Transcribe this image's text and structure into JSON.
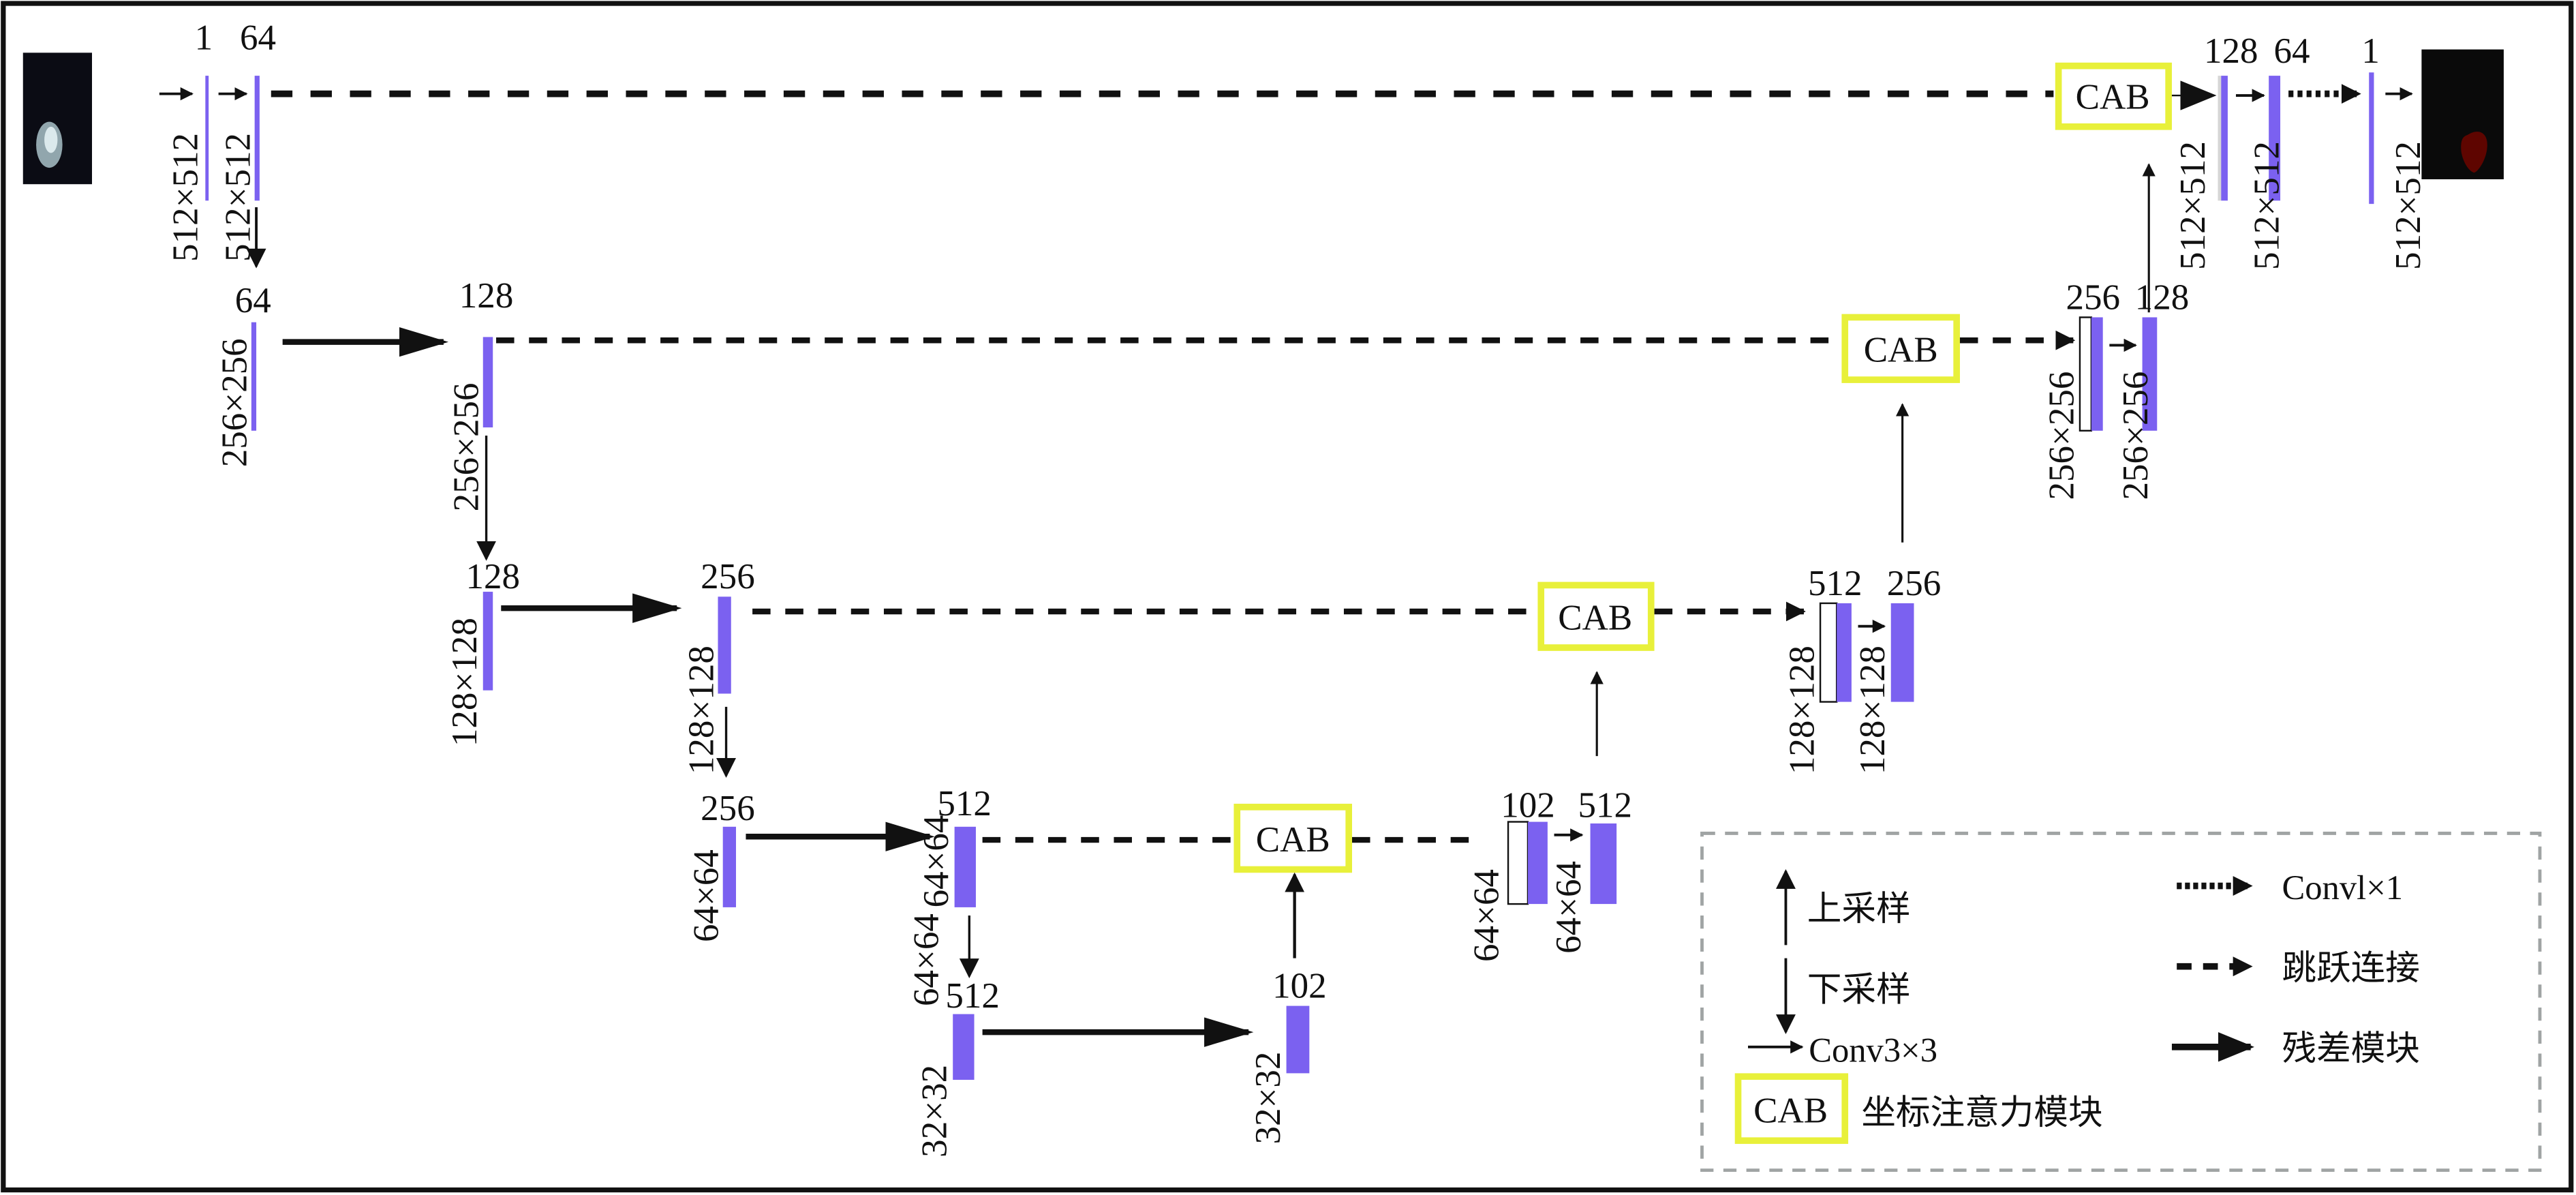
{
  "colors": {
    "feature_map": "#7B61F0",
    "cab_border": "#E8F03A",
    "legend_border": "#A0A4A4"
  },
  "cab_label": "CAB",
  "level1": {
    "in_ch": "1",
    "enc_ch": "64",
    "in_size": "512×512",
    "enc_size": "512×512",
    "dec_ch_a": "128",
    "dec_ch_b": "64",
    "out_ch": "1",
    "dec_size_a": "512×512",
    "dec_size_b": "512×512",
    "out_size": "512×512"
  },
  "level2": {
    "ch_a": "64",
    "size_a": "256×256",
    "ch_b": "128",
    "size_b": "256×256",
    "dec_ch_a": "256",
    "dec_ch_b": "128",
    "dec_size_a": "256×256",
    "dec_size_b": "256×256"
  },
  "level3": {
    "ch_a": "128",
    "size_a": "128×128",
    "ch_b": "256",
    "size_b": "128×128",
    "dec_ch_a": "512",
    "dec_ch_b": "256",
    "dec_size_a": "128×128",
    "dec_size_b": "128×128"
  },
  "level4": {
    "ch_a": "256",
    "size_a": "64×64",
    "ch_b": "512",
    "size_b": "64×64",
    "dec_ch_a": "102",
    "dec_ch_b": "512",
    "dec_size_a": "64×64",
    "dec_size_b": "64×64",
    "size_down": "64×64"
  },
  "level5": {
    "ch_a": "512",
    "size_a": "32×32",
    "ch_b": "102",
    "size_b": "32×32"
  },
  "legend": {
    "upsample": "上采样",
    "downsample": "下采样",
    "conv3": "Conv3×3",
    "cab_text": "坐标注意力模块",
    "conv1": "Convl×1",
    "skip": "跳跃连接",
    "residual": "残差模块"
  }
}
